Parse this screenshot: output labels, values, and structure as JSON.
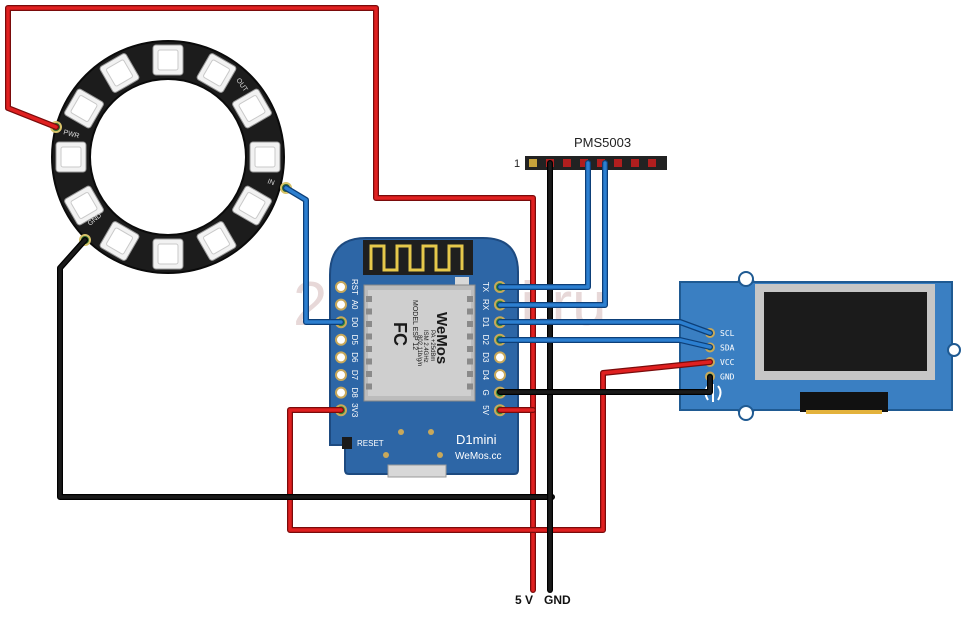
{
  "colors": {
    "wire_red": "#e02020",
    "wire_red_edge": "#7a0b0b",
    "wire_black": "#1a1a1a",
    "wire_blue": "#2c7fd0",
    "wire_blue_edge": "#0d3f78",
    "board_blue": "#2d66a6",
    "board_edge": "#1d4a80",
    "ring_black": "#1c1c1c",
    "pcb_blue": "#3a7fc2",
    "oled_screen": "#1b1b1b",
    "header_black": "#222222"
  },
  "watermark": "2Schemi.ru",
  "ring": {
    "label_pwr": "PWR",
    "label_out": "OUT",
    "label_in": "IN",
    "label_gnd": "GND"
  },
  "sensor": {
    "name": "PMS5003",
    "pin1_label": "1"
  },
  "board": {
    "left_pins": [
      "RST",
      "A0",
      "D0",
      "D5",
      "D6",
      "D7",
      "D8",
      "3V3"
    ],
    "right_pins": [
      "TX",
      "RX",
      "D1",
      "D2",
      "D3",
      "D4",
      "G",
      "5V"
    ],
    "reset_label": "RESET",
    "model_line1": "D1mini",
    "model_line2": "WeMos.cc",
    "module_logo": "WeMos",
    "module_fc": "FC",
    "module_text": [
      "MODEL ESP 12",
      "ISM 2.4GHz",
      "PA +25dBm",
      "802.11b/g/n"
    ]
  },
  "oled": {
    "pins": [
      "SCL",
      "SDA",
      "VCC",
      "GND"
    ]
  },
  "rails": {
    "vcc_label": "5 V",
    "gnd_label": "GND"
  }
}
